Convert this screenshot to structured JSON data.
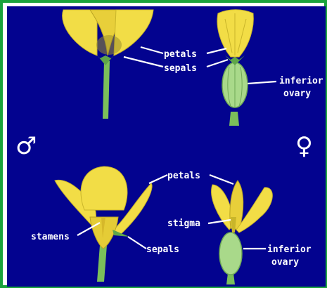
{
  "symbols": {
    "male": "♂",
    "female": "♀"
  },
  "labels": {
    "top_petals": "petals",
    "top_sepals": "sepals",
    "top_inferior": "inferior",
    "top_ovary": "ovary",
    "bottom_petals": "petals",
    "bottom_stigma": "stigma",
    "bottom_stamens": "stamens",
    "bottom_sepals": "sepals",
    "bottom_inferior": "inferior",
    "bottom_ovary": "ovary"
  },
  "colors": {
    "background": "#03038f",
    "frame": "#1aa33c",
    "petal": "#f2dd46",
    "petal_dark": "#c9b52a",
    "stem": "#7bbf5a",
    "ovary": "#a9d98a",
    "text": "#ffffff"
  }
}
